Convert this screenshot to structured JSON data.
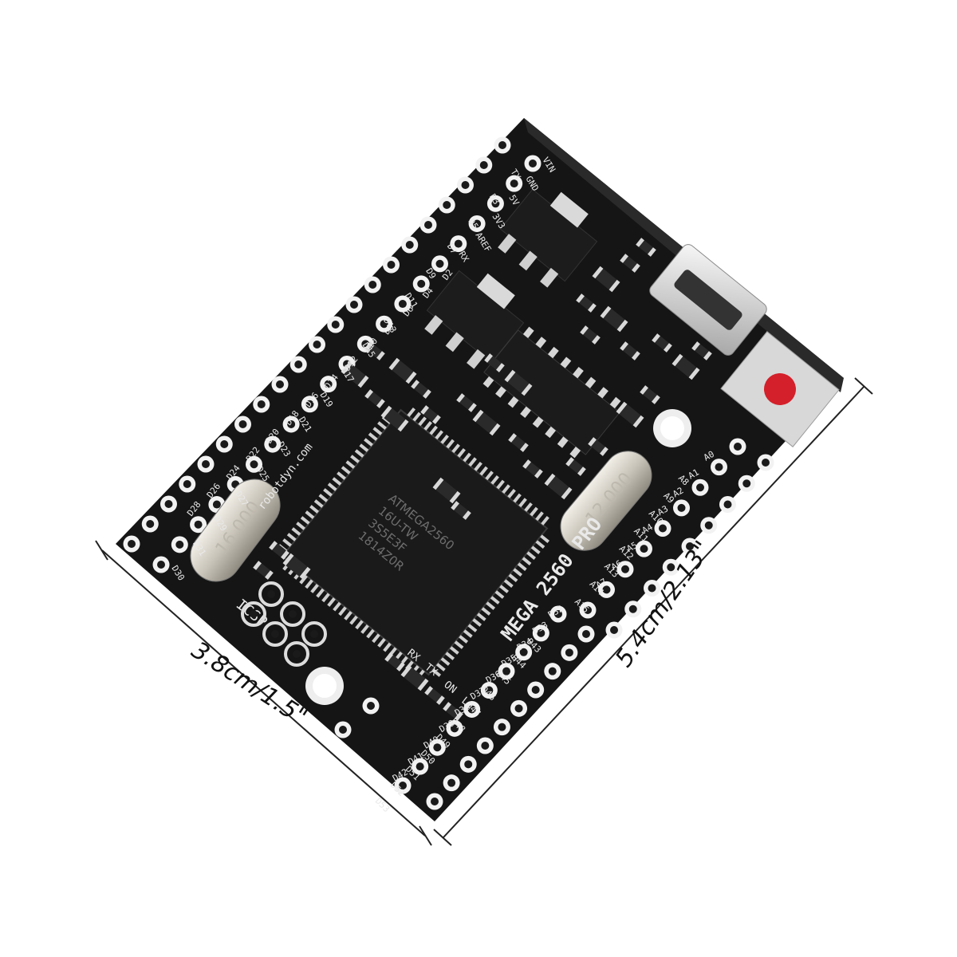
{
  "dimensions": {
    "width_label": "3.8cm/1.5\"",
    "length_label": "5.4cm/2.13\""
  },
  "board": {
    "model": "MEGA 2560 PRO",
    "chip_text": [
      "ATMEGA2560",
      "16U-TW",
      "3S5E3F",
      "1814Z0R"
    ],
    "crystal_large": "16.000",
    "crystal_small": "12.000",
    "website": "robotdyn.com",
    "icsp_label": "ICSP",
    "led_labels": [
      "RX",
      "TX",
      "ON",
      "L"
    ],
    "power_labels": [
      "VIN",
      "GND",
      "5V",
      "3V3",
      "AREF",
      "RX"
    ],
    "left_row_pins": [
      "D2",
      "D4",
      "D6",
      "D8",
      "D10",
      "D12",
      "D14",
      "D16",
      "D18",
      "D20",
      "D22",
      "D24",
      "D26",
      "D28"
    ],
    "left_row_pins_outer": [
      "TX",
      "D3",
      "D5",
      "D7",
      "D9",
      "D11",
      "D13",
      "D15",
      "D17",
      "D19",
      "D21",
      "D23",
      "D25",
      "D27",
      "D29",
      "D31",
      "D30"
    ],
    "analog_pins": [
      "A0",
      "A1",
      "A2",
      "A3",
      "A4",
      "A5",
      "A6",
      "A7",
      "A8",
      "A9",
      "A10",
      "A11",
      "A12",
      "A13",
      "A14",
      "A15"
    ],
    "bottom_pins": [
      "D32",
      "D33",
      "D34",
      "D35",
      "D36",
      "D37",
      "D38",
      "D39",
      "D40",
      "D41",
      "D42",
      "D43",
      "D44",
      "D45",
      "D46",
      "D47",
      "D48",
      "D49",
      "D50",
      "D51",
      "D52",
      "D53"
    ]
  },
  "colors": {
    "pcb": "#151515",
    "silkscreen": "#e9e9e9",
    "button": "#d4202a",
    "pad": "#f2f2f2"
  }
}
